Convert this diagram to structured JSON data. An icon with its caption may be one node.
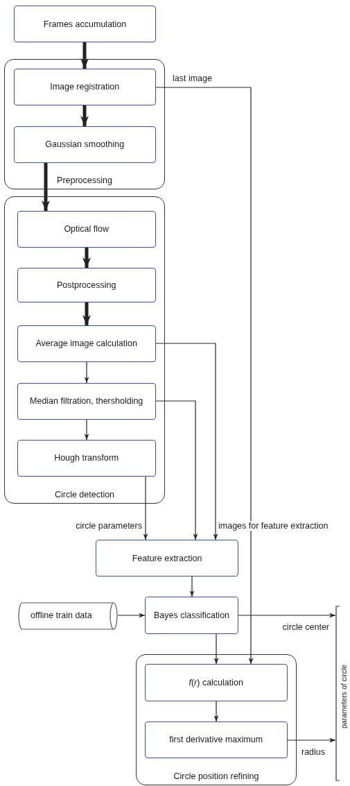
{
  "diagram": {
    "nodes": [
      {
        "text": [
          "Frames accumulation"
        ]
      },
      {
        "text": [
          "Preprocessing"
        ]
      },
      {
        "text": [
          "Image registration"
        ],
        "in": 1
      },
      {
        "text": [
          "Gaussian smoothing"
        ],
        "in": 1
      },
      {
        "text": [
          "Circle detection"
        ]
      },
      {
        "text": [
          "Optical flow"
        ],
        "in": 4
      },
      {
        "text": [
          "Postprocessing"
        ],
        "in": 4
      },
      {
        "text": [
          "Average image calculation"
        ],
        "in": 4
      },
      {
        "text": [
          "Median filtration, thersholding"
        ],
        "in": 4
      },
      {
        "text": [
          "Hough transform"
        ],
        "in": 4
      },
      {
        "text": [
          "Feature extraction"
        ]
      },
      {
        "text": [
          "offline train data"
        ]
      },
      {
        "text": [
          "Bayes classification"
        ]
      },
      {
        "text": [
          "Circle position refining"
        ]
      },
      {
        "text": [
          "*f*(*r*) calculation"
        ],
        "in": 13
      },
      {
        "text": [
          "first derivative maximum"
        ],
        "in": 13
      },
      {
        "text": [
          "parameters of circle"
        ]
      }
    ],
    "edges": [
      {
        "from": 0,
        "to": 2,
        "arrow": "to",
        "style": "thick"
      },
      {
        "from": 2,
        "to": 3,
        "arrow": "to",
        "style": "thick"
      },
      {
        "from": 3,
        "to": 5,
        "arrow": "to",
        "style": "thick"
      },
      {
        "from": 5,
        "to": 6,
        "arrow": "to",
        "style": "thick"
      },
      {
        "from": 6,
        "to": 7,
        "arrow": "to",
        "style": "thick"
      },
      {
        "from": 7,
        "to": 8,
        "arrow": "to"
      },
      {
        "from": 8,
        "to": 9,
        "arrow": "to"
      },
      {
        "from": 9,
        "to": 10,
        "arrow": "to",
        "label": "circle parameters"
      },
      {
        "from": 8,
        "to": 10,
        "arrow": "to"
      },
      {
        "from": 7,
        "to": 10,
        "arrow": "to",
        "label": "images for feature extraction"
      },
      {
        "from": 2,
        "to": 14,
        "arrow": "to",
        "label": "last image"
      },
      {
        "from": 10,
        "to": 12,
        "arrow": "to"
      },
      {
        "from": 11,
        "to": 12,
        "arrow": "to"
      },
      {
        "from": 12,
        "to": 14,
        "arrow": "to"
      },
      {
        "from": 14,
        "to": 15,
        "arrow": "to"
      },
      {
        "from": 12,
        "to": 16,
        "arrow": "to",
        "label": "circle center"
      },
      {
        "from": 15,
        "to": 16,
        "arrow": "to",
        "label": "radius"
      }
    ]
  }
}
